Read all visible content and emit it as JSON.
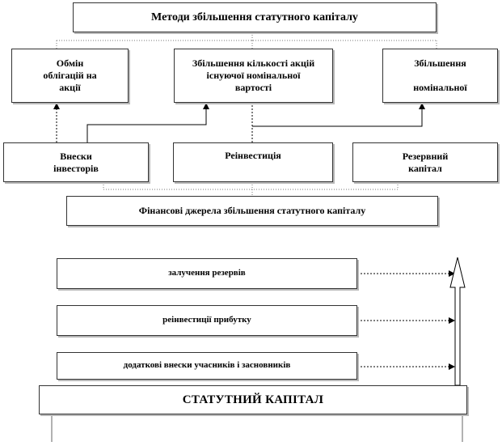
{
  "top": {
    "title": "Методи збільшення статутного капіталу",
    "methods": [
      "Обмін\nоблігацій на\nакції",
      "Збільшення кількості акцій\nіснуючої номінальної\nвартості",
      "Збільшення\n\nномінальної"
    ],
    "sources": [
      "Внески\nінвесторів",
      "Реінвестиція",
      "Резервний\nкапітал"
    ],
    "sources_title": "Фінансові джерела збільшення статутного капіталу"
  },
  "bottom": {
    "items": [
      "залучення резервів",
      "реінвестиції прибутку",
      "додаткові внески учасників і засновників"
    ],
    "base": "СТАТУТНИЙ КАПІТАЛ"
  }
}
